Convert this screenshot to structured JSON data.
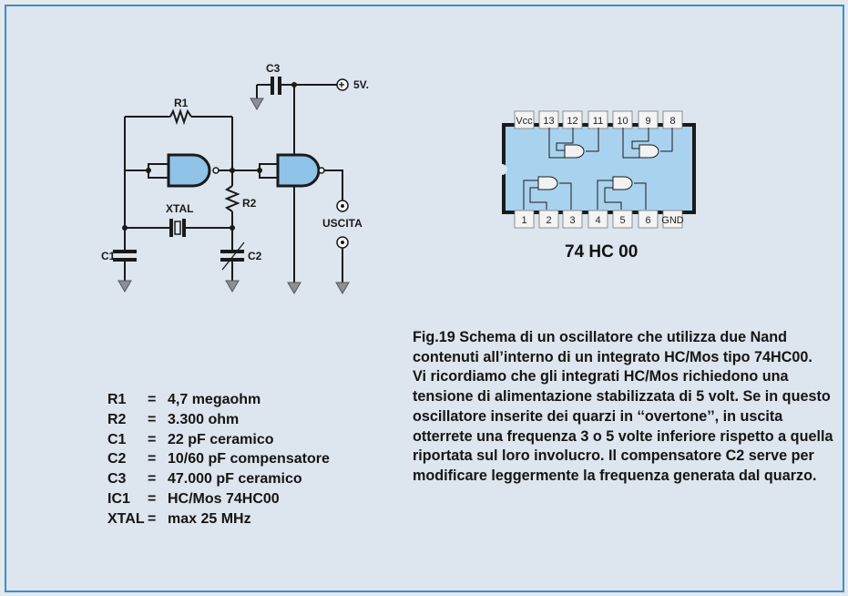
{
  "schematic": {
    "labels": {
      "r1": "R1",
      "r2": "R2",
      "c1": "C1",
      "c2": "C2",
      "c3": "C3",
      "xtal": "XTAL",
      "supply": "5V.",
      "output": "USCITA"
    }
  },
  "ic": {
    "title": "74 HC 00",
    "top_pins": [
      "Vcc",
      "13",
      "12",
      "11",
      "10",
      "9",
      "8"
    ],
    "bottom_pins": [
      "1",
      "2",
      "3",
      "4",
      "5",
      "6",
      "GND"
    ],
    "body_color": "#a9d2ee"
  },
  "components": [
    {
      "name": "R1",
      "eq": "=",
      "value": "4,7 megaohm"
    },
    {
      "name": "R2",
      "eq": "=",
      "value": "3.300 ohm"
    },
    {
      "name": "C1",
      "eq": "=",
      "value": "22 pF ceramico"
    },
    {
      "name": "C2",
      "eq": "=",
      "value": "10/60 pF compensatore"
    },
    {
      "name": "C3",
      "eq": "=",
      "value": "47.000 pF ceramico"
    },
    {
      "name": "IC1",
      "eq": "=",
      "value": "HC/Mos 74HC00"
    },
    {
      "name": "XTAL",
      "eq": "=",
      "value": "max 25 MHz"
    }
  ],
  "caption": {
    "title": "Fig.19 Schema di un oscillatore che utilizza due Nand contenuti all’interno di un integrato HC/Mos tipo 74HC00.",
    "body": "Vi ricordiamo che gli integrati HC/Mos richiedono una tensione di alimentazione stabilizzata di 5 volt. Se in questo oscillatore inserite dei quarzi in ‘‘overtone’’, in uscita otterrete una frequenza 3 o 5 volte inferiore rispetto a quella riportata sul loro involucro. Il compensatore C2 serve per modificare leggermente la frequenza generata dal quarzo."
  }
}
